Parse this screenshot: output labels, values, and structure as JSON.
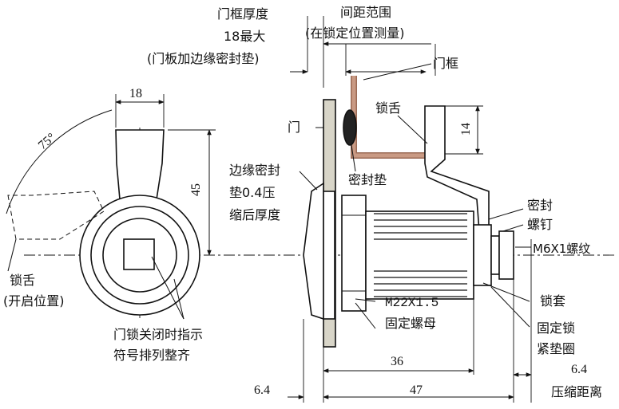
{
  "labels": {
    "frame_thickness": "门框厚度",
    "frame_max": "18最大",
    "frame_note": "(门板加边缘密封垫)",
    "spacing_range": "间距范围",
    "spacing_note": "(在锁定位置测量)",
    "door_frame": "门框",
    "door": "门",
    "tongue_top": "锁舌",
    "seal_pad": "密封垫",
    "edge_seal_1": "边缘密封",
    "edge_seal_2": "垫0.4压",
    "edge_seal_3": "缩后厚度",
    "seal_screw_1": "密封",
    "seal_screw_2": "螺钉",
    "thread_m6": "M6X1螺纹",
    "lock_sleeve": "锁套",
    "nut_spec": "M22X1.5",
    "nut_name": "固定螺母",
    "washer_1": "固定锁",
    "washer_2": "紧垫圈",
    "tongue_open_1": "锁舌",
    "tongue_open_2": "(开启位置)",
    "indicator_1": "门锁关闭时指示",
    "indicator_2": "符号排列整齐",
    "compress_dist": "压缩距离"
  },
  "dims": {
    "width_18": "18",
    "angle_75": "75°",
    "height_45": "45",
    "height_14": "14",
    "len_36": "36",
    "len_47": "47",
    "left_64": "6.4",
    "right_64": "6.4"
  }
}
